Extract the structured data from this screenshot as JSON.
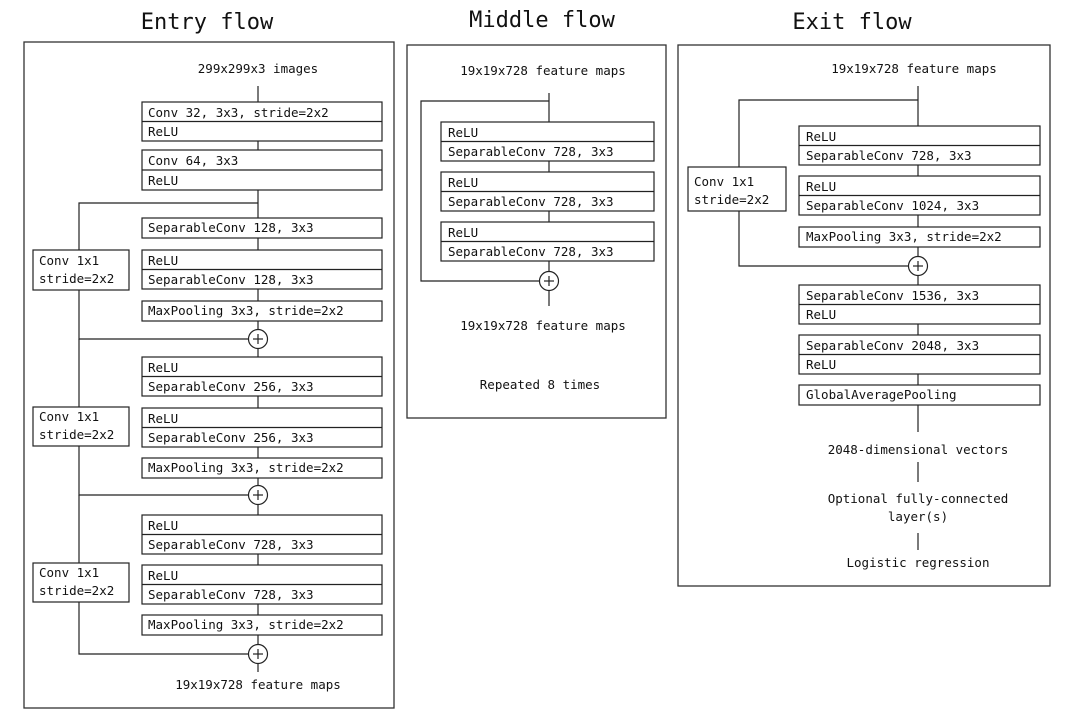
{
  "entry": {
    "title": "Entry flow",
    "input": "299x299x3 images",
    "output": "19x19x728 feature maps",
    "blocks": [
      [
        "Conv 32, 3x3, stride=2x2",
        "ReLU"
      ],
      [
        "Conv 64, 3x3",
        "ReLU"
      ],
      [
        "SeparableConv 128, 3x3"
      ],
      [
        "ReLU",
        "SeparableConv 128, 3x3"
      ],
      [
        "MaxPooling 3x3, stride=2x2"
      ],
      [
        "ReLU",
        "SeparableConv 256, 3x3"
      ],
      [
        "ReLU",
        "SeparableConv 256, 3x3"
      ],
      [
        "MaxPooling 3x3, stride=2x2"
      ],
      [
        "ReLU",
        "SeparableConv 728, 3x3"
      ],
      [
        "ReLU",
        "SeparableConv 728, 3x3"
      ],
      [
        "MaxPooling 3x3, stride=2x2"
      ]
    ],
    "skip_convs": [
      [
        "Conv 1x1",
        "stride=2x2"
      ],
      [
        "Conv 1x1",
        "stride=2x2"
      ],
      [
        "Conv 1x1",
        "stride=2x2"
      ]
    ]
  },
  "middle": {
    "title": "Middle flow",
    "input": "19x19x728 feature maps",
    "output": "19x19x728 feature maps",
    "note": "Repeated 8 times",
    "blocks": [
      [
        "ReLU",
        "SeparableConv 728, 3x3"
      ],
      [
        "ReLU",
        "SeparableConv 728, 3x3"
      ],
      [
        "ReLU",
        "SeparableConv 728, 3x3"
      ]
    ]
  },
  "exit": {
    "title": "Exit flow",
    "input": "19x19x728 feature maps",
    "blocks": [
      [
        "ReLU",
        "SeparableConv 728, 3x3"
      ],
      [
        "ReLU",
        "SeparableConv 1024, 3x3"
      ],
      [
        "MaxPooling 3x3, stride=2x2"
      ],
      [
        "SeparableConv 1536, 3x3",
        "ReLU"
      ],
      [
        "SeparableConv 2048, 3x3",
        "ReLU"
      ],
      [
        "GlobalAveragePooling"
      ]
    ],
    "skip_conv": [
      "Conv 1x1",
      "stride=2x2"
    ],
    "vectors": "2048-dimensional vectors",
    "optional": [
      "Optional fully-connected",
      "layer(s)"
    ],
    "final": "Logistic regression"
  },
  "sum_symbol": "+"
}
